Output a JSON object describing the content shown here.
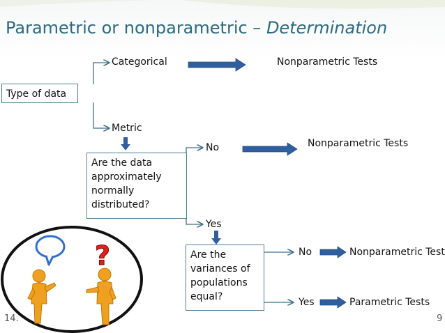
{
  "title": {
    "main": "Parametric or nonparametric – ",
    "emph": "Determination"
  },
  "nodes": {
    "type_of_data": "Type of data",
    "categorical": "Categorical",
    "metric": "Metric",
    "normal_q": [
      "Are the data",
      "approximately",
      "normally",
      "distributed?"
    ],
    "no1": "No",
    "yes1": "Yes",
    "variance_q": [
      "Are the",
      "variances of",
      "populations",
      "equal?"
    ],
    "no2": "No",
    "yes2": "Yes"
  },
  "outcomes": {
    "cat": "Nonparametric Tests",
    "no1": "Nonparametric Tests",
    "no2": "Nonparametric Tests",
    "yes2": "Parametric Tests"
  },
  "footer": {
    "left": "14.",
    "right": "9"
  },
  "colors": {
    "title": "#2b6b80",
    "block_arrow": "#2f5f9e",
    "line": "#3c6f8a",
    "question": "#e02020",
    "person": "#f0a020"
  }
}
